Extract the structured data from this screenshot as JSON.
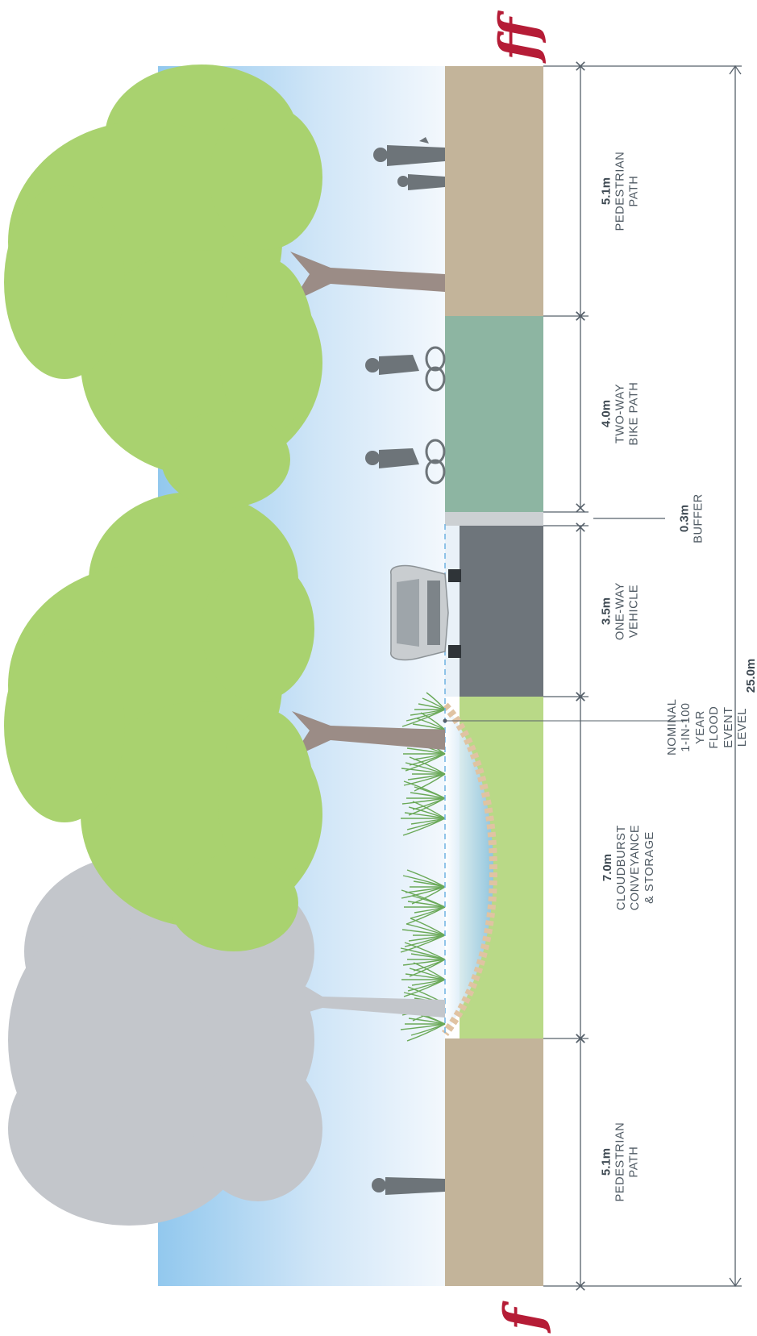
{
  "logos": {
    "top": "ff",
    "bottom": "f"
  },
  "zones": [
    {
      "dim": "5.1m",
      "text": "PEDESTRIAN\nPATH"
    },
    {
      "dim": "4.0m",
      "text": "TWO-WAY\nBIKE PATH"
    },
    {
      "dim": "0.3m",
      "text": "BUFFER"
    },
    {
      "dim": "3.5m",
      "text": "ONE-WAY\nVEHICLE"
    },
    {
      "dim": "7.0m",
      "text": "CLOUDBURST\nCONVEYANCE\n& STORAGE"
    },
    {
      "dim": "5.1m",
      "text": "PEDESTRIAN\nPATH"
    }
  ],
  "flood_label": "NOMINAL 1-IN-100 YEAR\nFLOOD EVENT LEVEL",
  "total_width": "25.0m",
  "colors": {
    "pedestrian": "#c3b49a",
    "bike": "#8db5a2",
    "buffer": "#ccd0d3",
    "vehicle": "#6e757b",
    "cloudburst": "#b9d987",
    "tree": "#a9d26f",
    "tree_ghost": "#c3c6cb",
    "trunk": "#9b8c86",
    "figure": "#6d7479",
    "dimension_line": "#56606a",
    "logo": "#b51c36"
  }
}
